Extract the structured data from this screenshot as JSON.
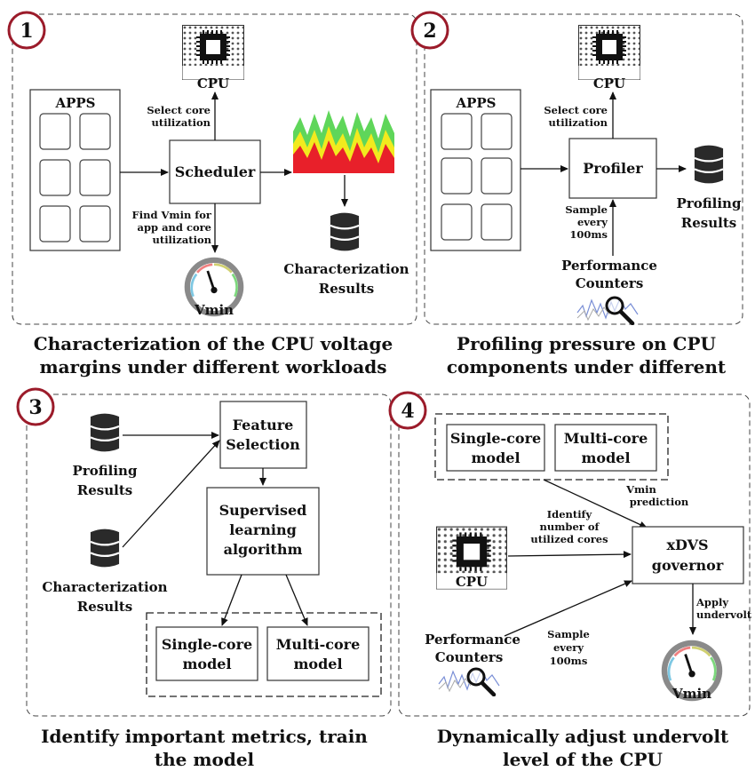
{
  "panel1": {
    "number": "1",
    "apps_label": "APPS",
    "cpu_label": "CPU",
    "select_core_line1": "Select core",
    "select_core_line2": "utilization",
    "scheduler_label": "Scheduler",
    "find_vmin_line1": "Find Vmin for",
    "find_vmin_line2": "app and core",
    "find_vmin_line3": "utilization",
    "vmin_label": "Vmin",
    "results_line1": "Characterization",
    "results_line2": "Results",
    "caption_line1": "Characterization of the CPU voltage",
    "caption_line2": "margins under different workloads"
  },
  "panel2": {
    "number": "2",
    "apps_label": "APPS",
    "cpu_label": "CPU",
    "select_core_line1": "Select core",
    "select_core_line2": "utilization",
    "profiler_label": "Profiler",
    "sample_line1": "Sample",
    "sample_line2": "every",
    "sample_line3": "100ms",
    "counters_line1": "Performance",
    "counters_line2": "Counters",
    "results_line1": "Profiling",
    "results_line2": "Results",
    "caption_line1": "Profiling pressure on CPU",
    "caption_line2": "components under different"
  },
  "panel3": {
    "number": "3",
    "profiling_line1": "Profiling",
    "profiling_line2": "Results",
    "char_line1": "Characterization",
    "char_line2": "Results",
    "feature_line1": "Feature",
    "feature_line2": "Selection",
    "supervised_line1": "Supervised",
    "supervised_line2": "learning",
    "supervised_line3": "algorithm",
    "single_line1": "Single-core",
    "single_line2": "model",
    "multi_line1": "Multi-core",
    "multi_line2": "model",
    "caption_line1": "Identify important metrics, train",
    "caption_line2": "the model"
  },
  "panel4": {
    "number": "4",
    "single_line1": "Single-core",
    "single_line2": "model",
    "multi_line1": "Multi-core",
    "multi_line2": "model",
    "vmin_pred_line1": "Vmin",
    "vmin_pred_line2": "prediction",
    "identify_line1": "Identify",
    "identify_line2": "number of",
    "identify_line3": "utilized cores",
    "cpu_label": "CPU",
    "xdvs_line1": "xDVS",
    "xdvs_line2": "governor",
    "apply_line1": "Apply",
    "apply_line2": "undervolt",
    "counters_line1": "Performance",
    "counters_line2": "Counters",
    "sample_line1": "Sample",
    "sample_line2": "every",
    "sample_line3": "100ms",
    "vmin_label": "Vmin",
    "caption_line1": "Dynamically adjust undervolt",
    "caption_line2": "level of the CPU"
  },
  "colors": {
    "badge_ring": "#9b1b2a",
    "chart_green": "#5fd65a",
    "chart_yellow": "#f2ea1e",
    "chart_red": "#e8202a",
    "gauge_ring": "#8a8a8a",
    "db_color": "#2a2a2a",
    "icons": [
      "cpu-chip-icon",
      "database-icon",
      "gauge-icon",
      "magnifier-icon",
      "area-chart-icon"
    ]
  }
}
